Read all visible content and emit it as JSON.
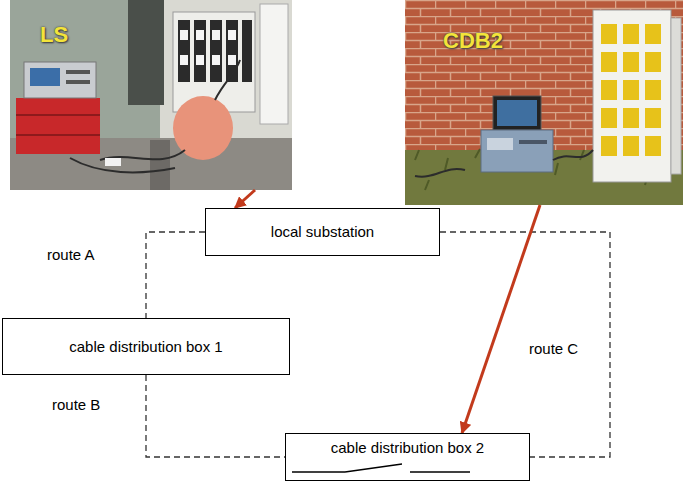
{
  "diagram": {
    "nodes": [
      {
        "text": [
          "LS"
        ]
      },
      {
        "text": [
          "CDB2"
        ]
      },
      {
        "text": [
          "local substation"
        ]
      },
      {
        "text": [
          "cable distribution box 1"
        ]
      },
      {
        "text": [
          "cable distribution box 2"
        ]
      }
    ],
    "edges": [
      {
        "from": 2,
        "to": 3,
        "arrow": "none",
        "label": "route A"
      },
      {
        "from": 3,
        "to": 4,
        "arrow": "none",
        "label": "route B"
      },
      {
        "from": 2,
        "to": 4,
        "arrow": "none",
        "label": "route C"
      },
      {
        "from": 0,
        "to": 2,
        "arrow": "to"
      },
      {
        "from": 1,
        "to": 4,
        "arrow": "to"
      }
    ]
  }
}
